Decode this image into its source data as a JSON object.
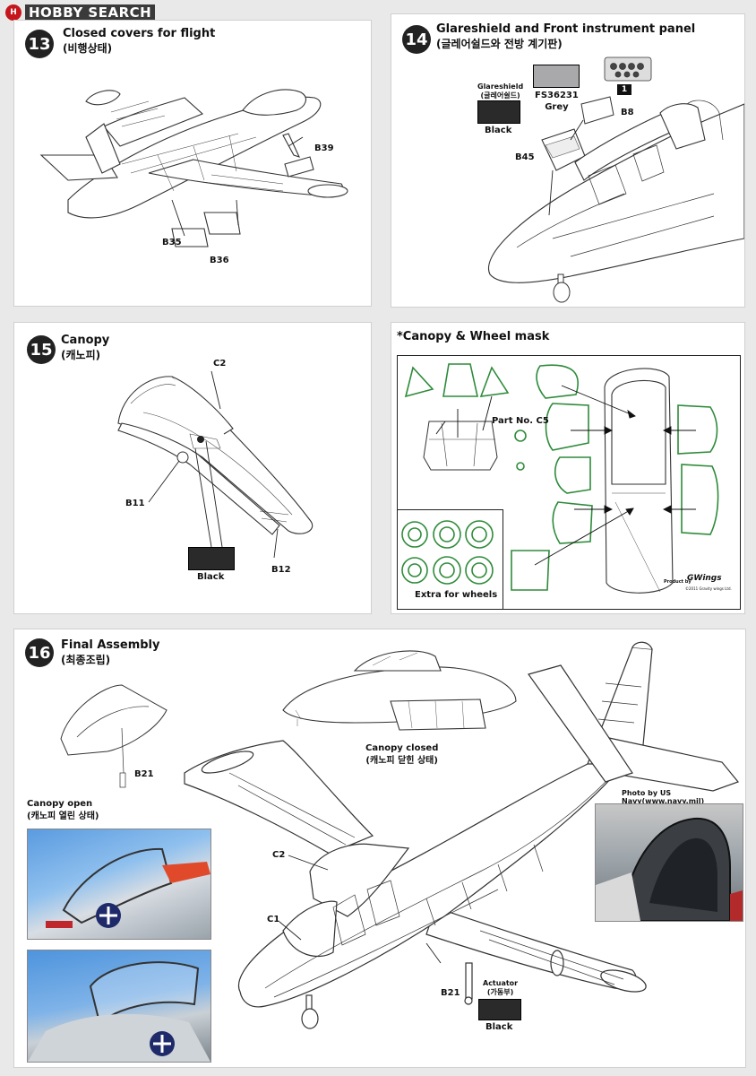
{
  "header": {
    "logo_text": "HOBBY SEARCH",
    "logo_mark": "H"
  },
  "step13": {
    "num": "13",
    "title": "Closed covers for flight",
    "subtitle": "(비행상태)",
    "parts": [
      "B39",
      "B35",
      "B36"
    ]
  },
  "step14": {
    "num": "14",
    "title": "Glareshield and Front instrument panel",
    "subtitle": "(글레어쉴드와 전방 계기판)",
    "glareshield_label": "Glareshield",
    "glareshield_sub": "(글레어쉴드)",
    "black": "Black",
    "fs_code": "FS36231",
    "grey": "Grey",
    "decal_num": "1",
    "parts": [
      "B8",
      "B45"
    ],
    "colors": {
      "black": "#2a2a2a",
      "grey": "#a9a9ab"
    }
  },
  "step15": {
    "num": "15",
    "title": "Canopy",
    "subtitle": "(캐노피)",
    "parts": [
      "C2",
      "B11",
      "B12"
    ],
    "black": "Black"
  },
  "mask": {
    "title": "*Canopy & Wheel mask",
    "part_no": "Part No. C5",
    "extra": "Extra for wheels",
    "product_by": "Product by",
    "brand": "GWings",
    "copyright": "©2011 Gravity wings Ltd."
  },
  "step16": {
    "num": "16",
    "title": "Final Assembly",
    "subtitle": "(최종조립)",
    "canopy_closed": "Canopy closed",
    "canopy_closed_sub": "(캐노피 닫힌 상태)",
    "canopy_open": "Canopy open",
    "canopy_open_sub": "(캐노피 열린 상태)",
    "photo_credit": "Photo by US Navy(www.navy.mil)",
    "actuator": "Actuator",
    "actuator_sub": "(가동부)",
    "black": "Black",
    "parts": [
      "B21",
      "C2",
      "C1",
      "B21"
    ]
  }
}
